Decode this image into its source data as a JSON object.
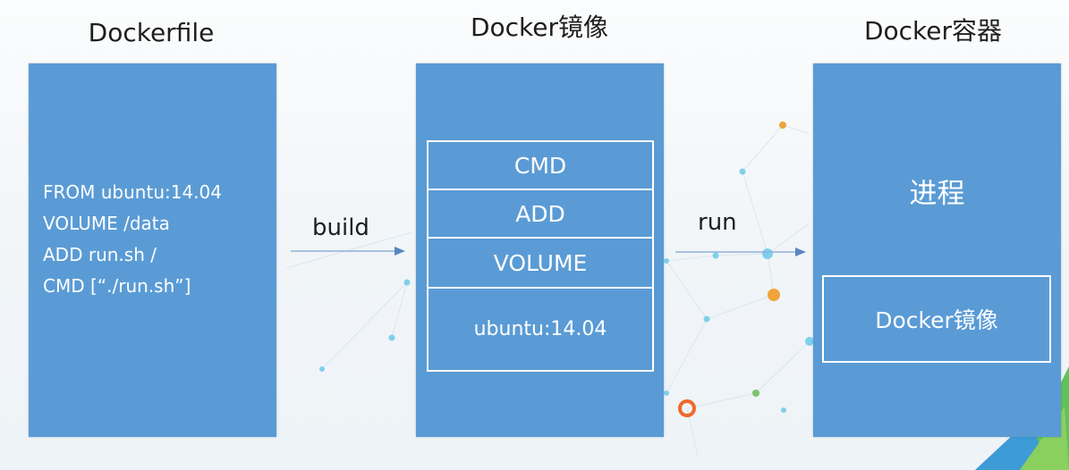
{
  "titles": {
    "dockerfile": "Dockerfile",
    "image": "Docker镜像",
    "container": "Docker容器"
  },
  "dockerfile": {
    "lines": [
      "FROM ubuntu:14.04",
      "VOLUME /data",
      "ADD run.sh /",
      "CMD [“./run.sh”]"
    ]
  },
  "image": {
    "layers": [
      "CMD",
      "ADD",
      "VOLUME",
      "ubuntu:14.04"
    ]
  },
  "container": {
    "process": "进程",
    "inner_image": "Docker镜像"
  },
  "arrows": {
    "build": "build",
    "run": "run"
  },
  "colors": {
    "block_fill": "#5a9bd5",
    "block_text": "#ffffff",
    "arrow": "#5a86c4",
    "label_text": "#1e1e1e"
  }
}
